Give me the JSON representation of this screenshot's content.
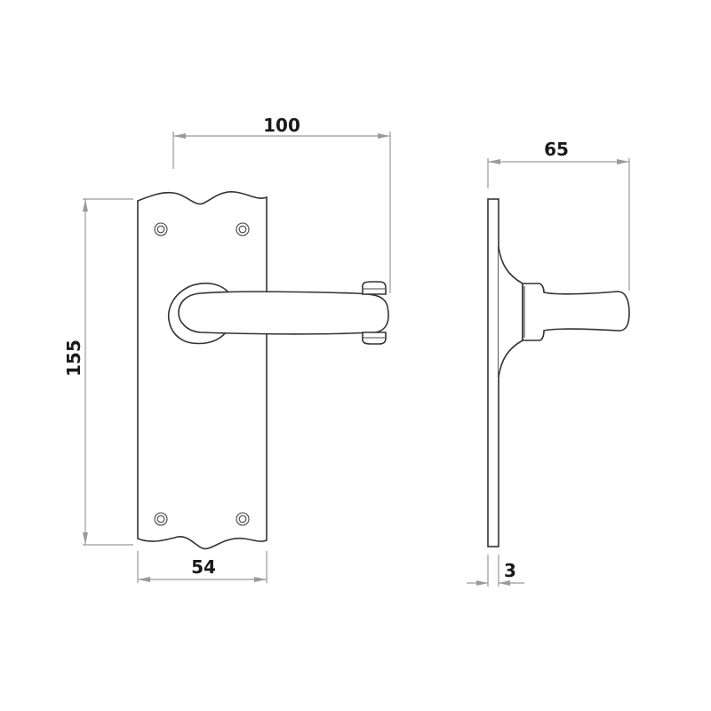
{
  "drawing": {
    "title": "Lever handle on backplate - technical dimension drawing",
    "stroke_color": "#333333",
    "dimension_color": "#9a9a9a",
    "text_color": "#1a1a1a",
    "background": "#ffffff"
  },
  "front_view": {
    "dimensions": {
      "projection": "100",
      "height": "155",
      "width": "54"
    },
    "screw_holes": 4
  },
  "side_view": {
    "dimensions": {
      "projection": "65",
      "plate_thickness": "3"
    }
  }
}
